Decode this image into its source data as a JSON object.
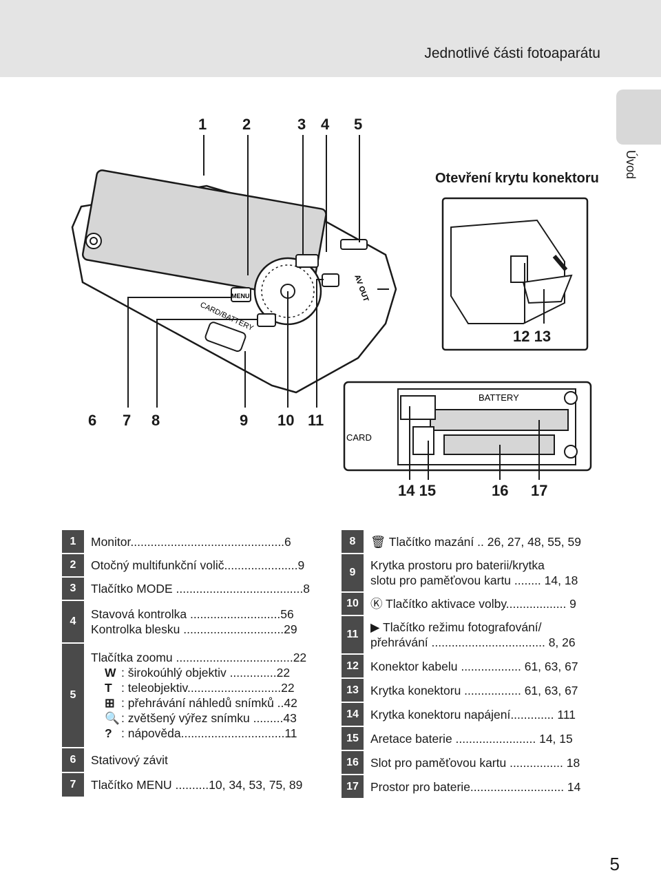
{
  "header": {
    "running_head": "Jednotlivé části fotoaparátu",
    "side_tab": "Úvod"
  },
  "figure": {
    "callouts_top": [
      "1",
      "2",
      "3",
      "4",
      "5"
    ],
    "callouts_bottom": [
      "6",
      "7",
      "8",
      "9",
      "10",
      "11"
    ],
    "connector_title": "Otevření krytu konektoru",
    "connector_callouts": [
      "12 13"
    ],
    "battery_callouts": [
      "14 15",
      "16",
      "17"
    ],
    "camera_markings": {
      "menu": "MENU",
      "av_out": "AV OUT",
      "battery_label": "BATTERY",
      "card_label": "CARD",
      "card_battery": "CARD/BATTERY"
    }
  },
  "legend_left": [
    {
      "num": "1",
      "lines": [
        "Monitor..............................................6"
      ]
    },
    {
      "num": "2",
      "lines": [
        "Otočný multifunkční volič......................9"
      ]
    },
    {
      "num": "3",
      "lines": [
        "Tlačítko MODE ......................................8"
      ]
    },
    {
      "num": "4",
      "lines": [
        "Stavová kontrolka ...........................56",
        "Kontrolka blesku ..............................29"
      ]
    },
    {
      "num": "5",
      "lines": [
        "Tlačítka zoomu ...................................22"
      ],
      "sub": [
        {
          "sym": "W",
          "text": ": širokoúhlý objektiv ..............22"
        },
        {
          "sym": "T",
          "text": ": teleobjektiv............................22"
        },
        {
          "sym": "⊞",
          "text": ": přehrávání náhledů snímků ..42"
        },
        {
          "sym": "🔍",
          "text": ": zvětšený výřez snímku .........43"
        },
        {
          "sym": "?",
          "text": ": nápověda...............................11"
        }
      ]
    },
    {
      "num": "6",
      "lines": [
        "Stativový závit"
      ]
    },
    {
      "num": "7",
      "lines": [
        "Tlačítko MENU ..........10, 34, 53, 75, 89"
      ]
    }
  ],
  "legend_right": [
    {
      "num": "8",
      "lines": [
        "🗑 Tlačítko mazání .. 26, 27, 48, 55, 59"
      ]
    },
    {
      "num": "9",
      "lines": [
        "Krytka prostoru pro baterii/krytka",
        "slotu pro paměťovou kartu ........ 14, 18"
      ]
    },
    {
      "num": "10",
      "lines": [
        "Ⓚ Tlačítko aktivace volby.................. 9"
      ]
    },
    {
      "num": "11",
      "lines": [
        "▶ Tlačítko režimu fotografování/",
        "přehrávání .................................. 8, 26"
      ]
    },
    {
      "num": "12",
      "lines": [
        "Konektor kabelu .................. 61, 63, 67"
      ]
    },
    {
      "num": "13",
      "lines": [
        "Krytka konektoru ................. 61, 63, 67"
      ]
    },
    {
      "num": "14",
      "lines": [
        "Krytka konektoru napájení............. 111"
      ]
    },
    {
      "num": "15",
      "lines": [
        "Aretace baterie ........................ 14, 15"
      ]
    },
    {
      "num": "16",
      "lines": [
        "Slot pro paměťovou kartu ................ 18"
      ]
    },
    {
      "num": "17",
      "lines": [
        "Prostor pro baterie............................ 14"
      ]
    }
  ],
  "page_number": "5"
}
